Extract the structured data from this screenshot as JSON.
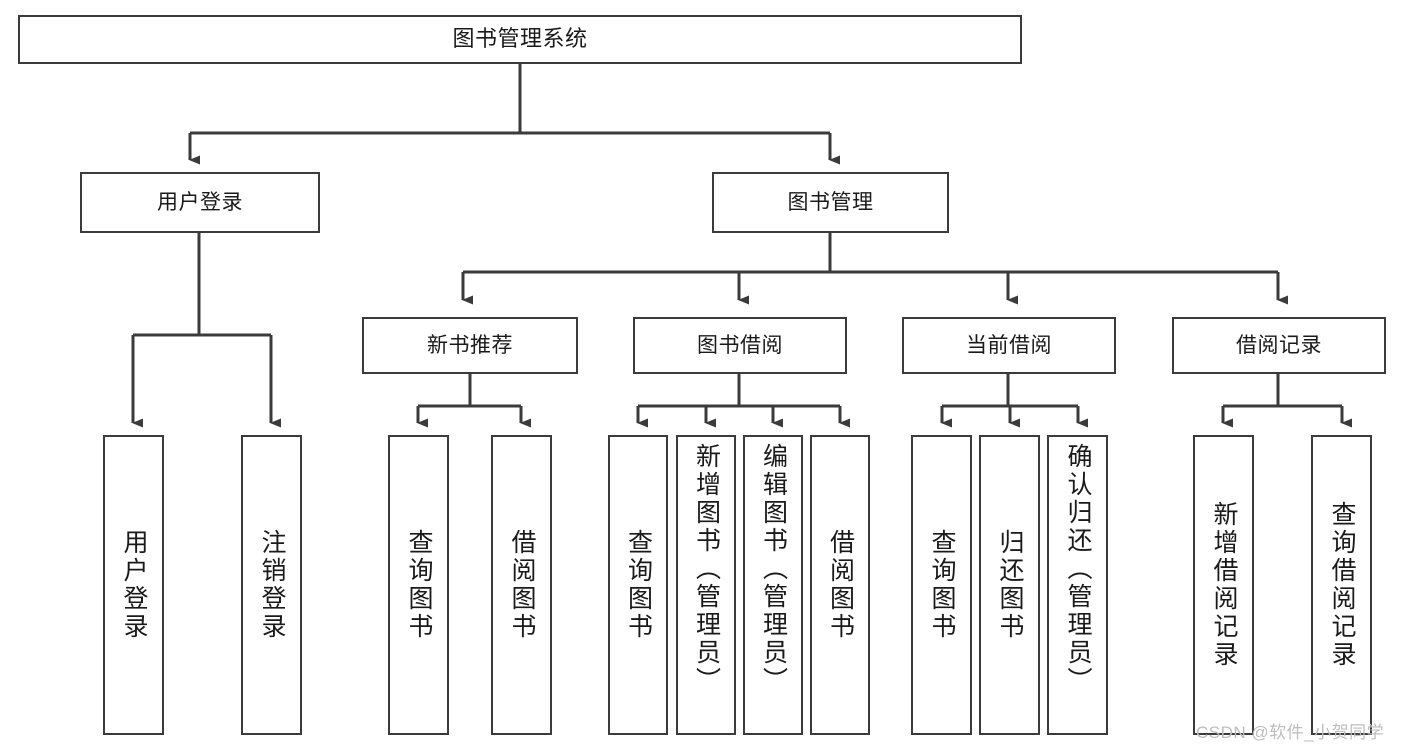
{
  "diagram": {
    "title": "图书管理系统",
    "type": "tree-hierarchy",
    "watermark": "CSDN @软件_小贺同学",
    "colors": {
      "stroke": "#3b3b3b",
      "fill": "#ffffff",
      "text": "#1a1a1a",
      "watermark": "#bdbdbd"
    }
  },
  "nodes": {
    "root": {
      "label": "图书管理系统"
    },
    "level2": [
      {
        "label": "用户登录"
      },
      {
        "label": "图书管理"
      }
    ],
    "level3": [
      {
        "label": "新书推荐"
      },
      {
        "label": "图书借阅"
      },
      {
        "label": "当前借阅"
      },
      {
        "label": "借阅记录"
      }
    ],
    "leaves": {
      "user_login": [
        {
          "label": "用户登录"
        },
        {
          "label": "注销登录"
        }
      ],
      "new_book_recommend": [
        {
          "label": "查询图书"
        },
        {
          "label": "借阅图书"
        }
      ],
      "book_borrow": [
        {
          "label": "查询图书"
        },
        {
          "label": "新增图书（管理员）"
        },
        {
          "label": "编辑图书（管理员）"
        },
        {
          "label": "借阅图书"
        }
      ],
      "current_borrow": [
        {
          "label": "查询图书"
        },
        {
          "label": "归还图书"
        },
        {
          "label": "确认归还（管理员）"
        }
      ],
      "borrow_record": [
        {
          "label": "新增借阅记录"
        },
        {
          "label": "查询借阅记录"
        }
      ]
    }
  }
}
